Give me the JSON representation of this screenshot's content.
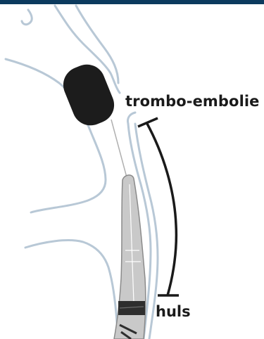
{
  "colors": {
    "header_bar": "#0c3a5e",
    "vessel_outline": "#b8c8d6",
    "clot": "#1c1c1c",
    "sheath_fill": "#c9c9c9",
    "sheath_outline": "#8a8a8a",
    "bracket": "#1a1a1a",
    "sheath_band": "#2e2e2e"
  },
  "labels": {
    "thromboembolism": "trombo-embolie",
    "sheath": "huls"
  },
  "icons": {
    "clot": "thrombus-shape",
    "bracket": "length-bracket",
    "sheath": "catheter-sheath"
  }
}
